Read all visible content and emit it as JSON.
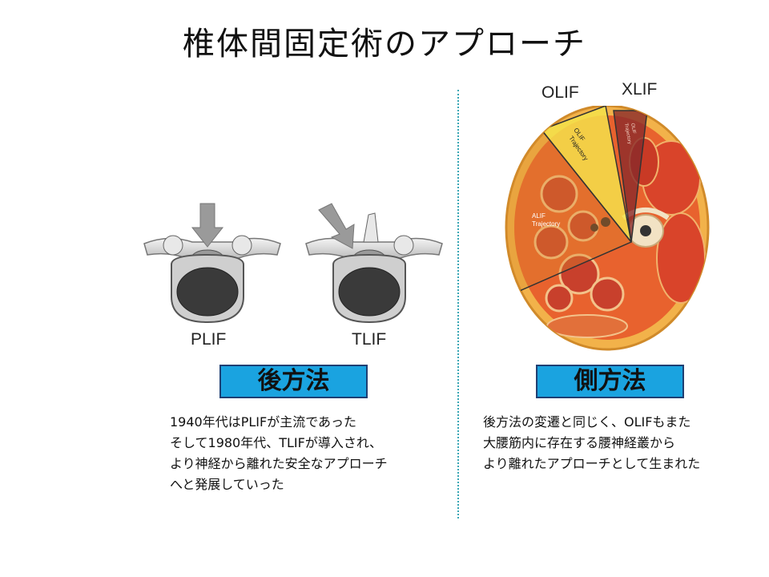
{
  "title": "椎体間固定術のアプローチ",
  "posterior": {
    "labels": [
      "PLIF",
      "TLIF"
    ],
    "tag": "後方法",
    "lines": [
      "1940年代はPLIFが主流であった",
      "そして1980年代、TLIFが導入され、",
      "より神経から離れた安全なアプローチ",
      "へと発展していった"
    ]
  },
  "lateral": {
    "labels": [
      "OLIF",
      "XLIF"
    ],
    "trajectory": {
      "olif_1": "OLIF",
      "olif_2": "Trajectory",
      "alif_1": "ALIF",
      "alif_2": "Trajectory",
      "xlif_1": "OLIF",
      "xlif_2": "Trajectory"
    },
    "tag": "側方法",
    "lines": [
      "後方法の変遷と同じく、OLIFもまた",
      "大腰筋内に存在する腰神経叢から",
      "より離れたアプローチとして生まれた"
    ]
  },
  "colors": {
    "tag_fill": "#1aa3e0",
    "tag_border": "#1f3f73",
    "divider": "#3aa7b5",
    "olif_zone": "#f4e24a",
    "xlif_zone": "#8a2a2a"
  }
}
